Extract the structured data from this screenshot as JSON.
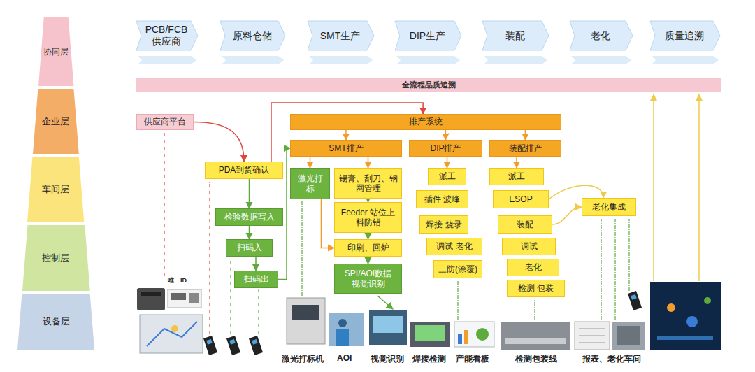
{
  "diagram": {
    "nodes": [
      {
        "text": [
          "协同层"
        ]
      },
      {
        "text": [
          "企业层"
        ]
      },
      {
        "text": [
          "车间层"
        ]
      },
      {
        "text": [
          "控制层"
        ]
      },
      {
        "text": [
          "设备层"
        ]
      },
      {
        "text": [
          "PCB/FCB 供应商"
        ]
      },
      {
        "text": [
          "原料仓储"
        ]
      },
      {
        "text": [
          "SMT生产"
        ]
      },
      {
        "text": [
          "DIP生产"
        ]
      },
      {
        "text": [
          "装配"
        ]
      },
      {
        "text": [
          "老化"
        ]
      },
      {
        "text": [
          "质量追溯"
        ]
      },
      {
        "text": [
          "全流程品质追溯"
        ]
      },
      {
        "text": [
          "供应商平台"
        ]
      },
      {
        "text": [
          "排产系统"
        ]
      },
      {
        "text": [
          "SMT排产"
        ]
      },
      {
        "text": [
          "DIP排产"
        ]
      },
      {
        "text": [
          "装配排产"
        ]
      },
      {
        "text": [
          "PDA到货确认"
        ]
      },
      {
        "text": [
          "激光打标"
        ]
      },
      {
        "text": [
          "锡膏、刮刀、钢网管理"
        ]
      },
      {
        "text": [
          "Feeder 站位上料防错"
        ]
      },
      {
        "text": [
          "印刷、回炉"
        ]
      },
      {
        "text": [
          "SPI/AOI数据视觉识别"
        ]
      },
      {
        "text": [
          "检验数据写入"
        ]
      },
      {
        "text": [
          "扫码入"
        ]
      },
      {
        "text": [
          "扫码出"
        ]
      },
      {
        "text": [
          "派工"
        ]
      },
      {
        "text": [
          "插件 波峰"
        ]
      },
      {
        "text": [
          "焊接 烧录"
        ]
      },
      {
        "text": [
          "调试 老化"
        ]
      },
      {
        "text": [
          "三防(涂覆)"
        ]
      },
      {
        "text": [
          "派工"
        ]
      },
      {
        "text": [
          "ESOP"
        ]
      },
      {
        "text": [
          "装配"
        ]
      },
      {
        "text": [
          "调试"
        ]
      },
      {
        "text": [
          "老化"
        ]
      },
      {
        "text": [
          "检测 包装"
        ]
      },
      {
        "text": [
          "老化集成"
        ]
      }
    ],
    "edges": [
      {
        "from": 13,
        "to": 18,
        "arrow": "to"
      },
      {
        "from": 18,
        "to": 14,
        "arrow": "to"
      },
      {
        "from": 18,
        "to": 24,
        "arrow": "to"
      },
      {
        "from": 24,
        "to": 25,
        "arrow": "to"
      },
      {
        "from": 25,
        "to": 26,
        "arrow": "to"
      },
      {
        "from": 26,
        "to": 15,
        "arrow": "to"
      },
      {
        "from": 14,
        "to": 15,
        "arrow": "to"
      },
      {
        "from": 14,
        "to": 16,
        "arrow": "to"
      },
      {
        "from": 14,
        "to": 17,
        "arrow": "to"
      },
      {
        "from": 15,
        "to": 19,
        "arrow": "to"
      },
      {
        "from": 15,
        "to": 20,
        "arrow": "to"
      },
      {
        "from": 20,
        "to": 21,
        "arrow": "to"
      },
      {
        "from": 21,
        "to": 22,
        "arrow": "to"
      },
      {
        "from": 22,
        "to": 23,
        "arrow": "to"
      },
      {
        "from": 19,
        "to": 22,
        "arrow": "to"
      },
      {
        "from": 16,
        "to": 27,
        "arrow": "to"
      },
      {
        "from": 17,
        "to": 32,
        "arrow": "to"
      },
      {
        "from": 33,
        "to": 38,
        "arrow": "to"
      },
      {
        "from": 34,
        "to": 38,
        "arrow": "to"
      }
    ],
    "labels": [
      "唯一ID",
      "激光打标机",
      "AOI",
      "视觉识别",
      "焊接检测",
      "产能看板",
      "检测包装线",
      "报表、老化车间"
    ]
  }
}
